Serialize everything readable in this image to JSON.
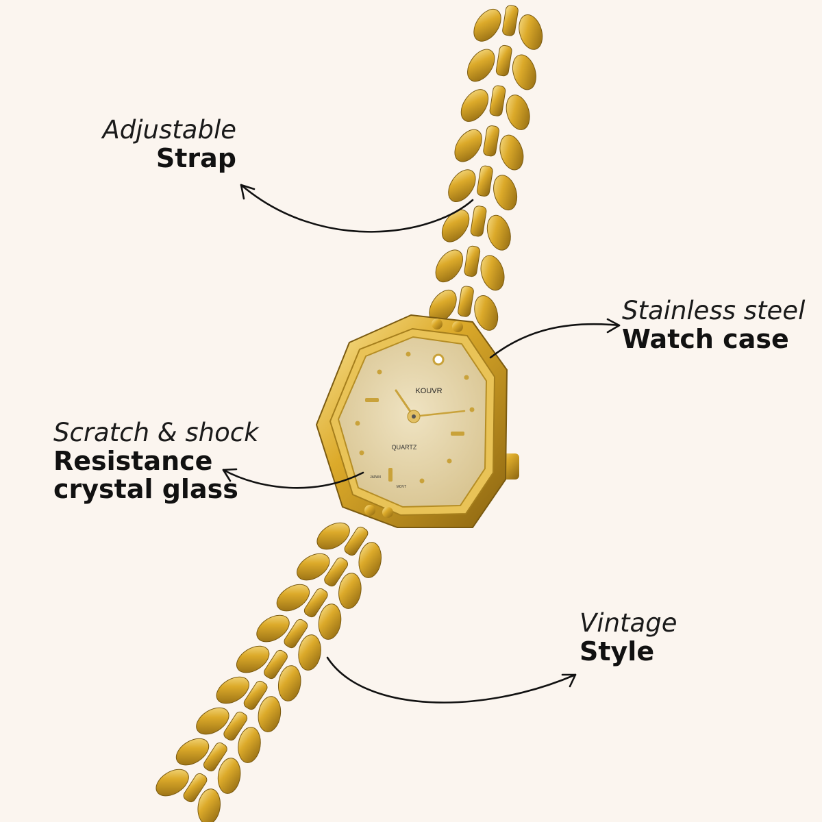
{
  "colors": {
    "background": "#fbf5ef",
    "gold": "#d9a826",
    "gold_dark": "#8a6410",
    "gold_light": "#f6dc7a",
    "dial": "#e6d6ad",
    "text": "#111111"
  },
  "callouts": {
    "strap": {
      "line1": "Adjustable",
      "line2": "Strap"
    },
    "case": {
      "line1": "Stainless steel",
      "line2": "Watch case"
    },
    "glass": {
      "line1": "Scratch & shock",
      "line2": "Resistance",
      "line3": "crystal glass"
    },
    "style": {
      "line1": "Vintage",
      "line2": "Style"
    }
  },
  "dial": {
    "brand": "KOUVR",
    "movement": "QUARTZ",
    "origin_left": "JAPAN",
    "origin_right": "MOVT"
  }
}
